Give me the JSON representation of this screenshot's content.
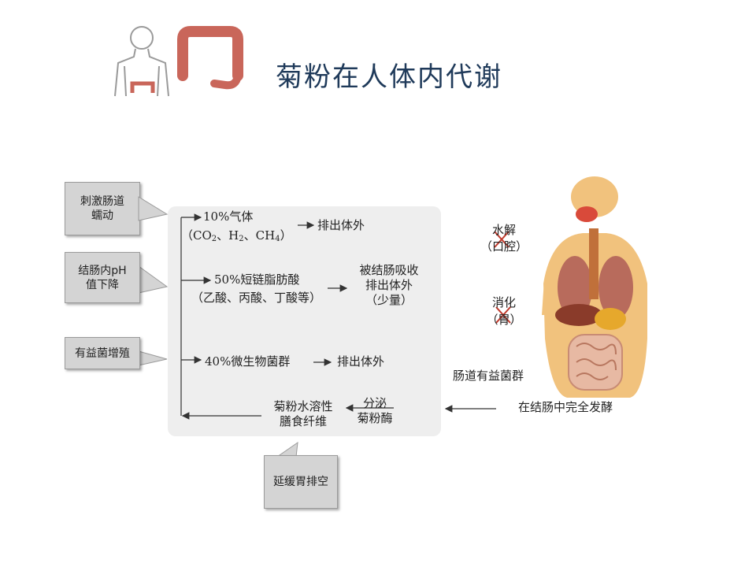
{
  "title": "菊粉在人体内代谢",
  "callouts": {
    "stimulate": [
      "刺激肠道",
      "蠕动"
    ],
    "ph": [
      "结肠内pH",
      "值下降"
    ],
    "bacteria": "有益菌增殖",
    "delay": "延缓胃排空"
  },
  "flow": {
    "gas_pct": "10%气体",
    "gas_open": "（CO",
    "gas_sub1": "2",
    "gas_mid": "、H",
    "gas_sub2": "2",
    "gas_mid2": "、CH",
    "gas_sub3": "4",
    "gas_close": "）",
    "gas_out": "排出体外",
    "scfa_pct": "50%短链脂肪酸",
    "scfa_detail": "（乙酸、丙酸、丁酸等）",
    "scfa_out": [
      "被结肠吸收",
      "排出体外",
      "（少量）"
    ],
    "microbe_pct": "40%微生物菌群",
    "microbe_out": "排出体外",
    "fiber": [
      "菊粉水溶性",
      "膳食纤维"
    ],
    "secrete": "分泌",
    "enzyme": "菊粉酶"
  },
  "right": {
    "hydrolysis": "水解",
    "mouth": "（口腔）",
    "digest": "消化",
    "stomach": "（胃）",
    "gut_flora": "肠道有益菌群",
    "ferment": "在结肠中完全发酵"
  },
  "colors": {
    "title": "#1f3a5a",
    "cross": "#c0392b",
    "panel": "#eeeeee",
    "callout": "#d4d4d4",
    "skin": "#f1c27d",
    "colon": "#c9665a"
  },
  "icons": [
    "human-outline-icon",
    "colon-icon",
    "human-anatomy-icon",
    "cross-icon"
  ]
}
